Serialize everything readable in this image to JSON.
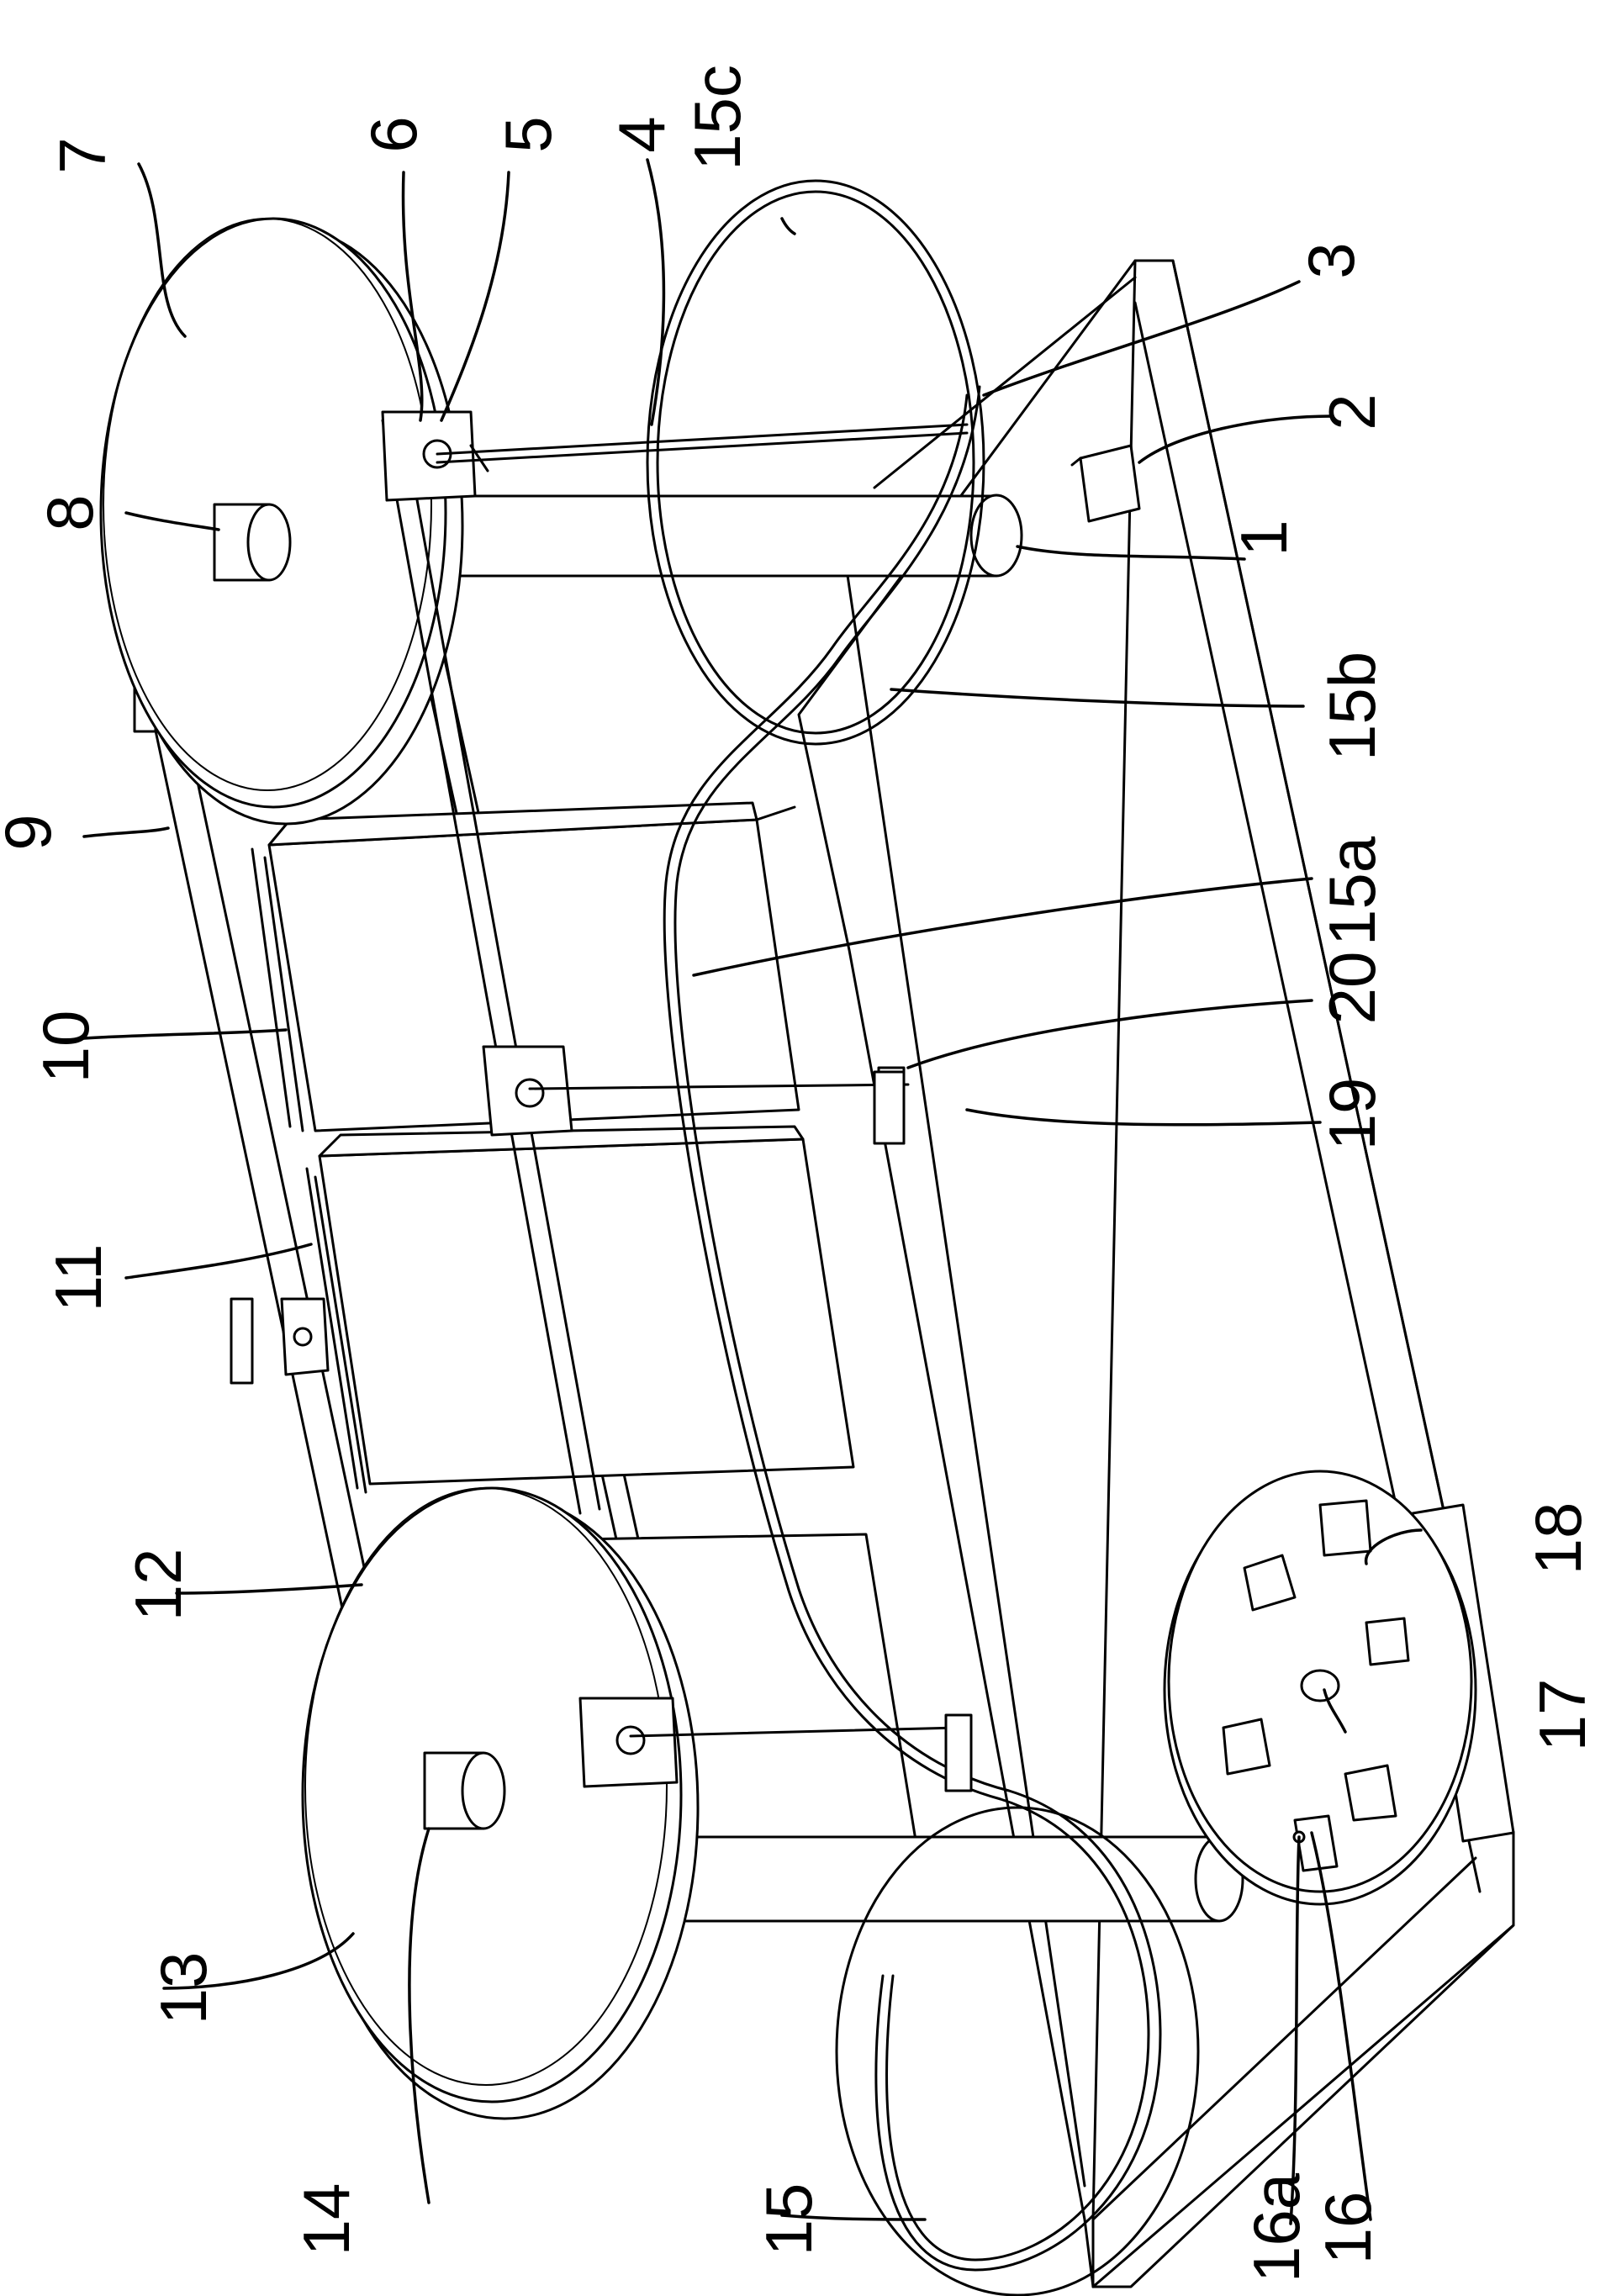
{
  "labels": {
    "l1": "1",
    "l2": "2",
    "l3": "3",
    "l4": "4",
    "l5": "5",
    "l6": "6",
    "l7": "7",
    "l8": "8",
    "l9": "9",
    "l10": "10",
    "l11": "11",
    "l12": "12",
    "l13": "13",
    "l14": "14",
    "l15": "15",
    "l15a": "15a",
    "l15b": "15b",
    "l15c": "15c",
    "l16": "16",
    "l16a": "16a",
    "l17": "17",
    "l18": "18",
    "l19": "19",
    "l20": "20"
  }
}
